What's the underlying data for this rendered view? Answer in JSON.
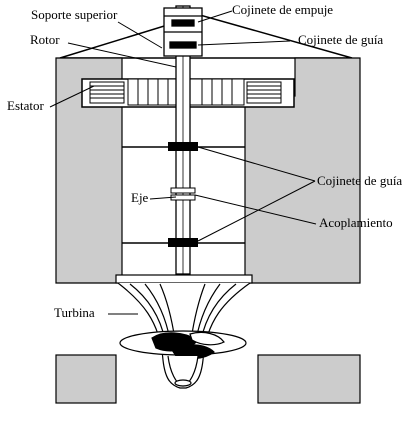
{
  "labels": {
    "soporte_superior": "Soporte superior",
    "cojinete_empuje": "Cojinete de empuje",
    "cojinete_guia_top": "Cojinete de guía",
    "rotor": "Rotor",
    "estator": "Estator",
    "cojinete_guia_mid": "Cojinete de guía",
    "eje": "Eje",
    "acoplamiento": "Acoplamiento",
    "turbina": "Turbina"
  },
  "colors": {
    "structure_fill": "#cccccc",
    "line": "#000000",
    "background": "#ffffff"
  }
}
